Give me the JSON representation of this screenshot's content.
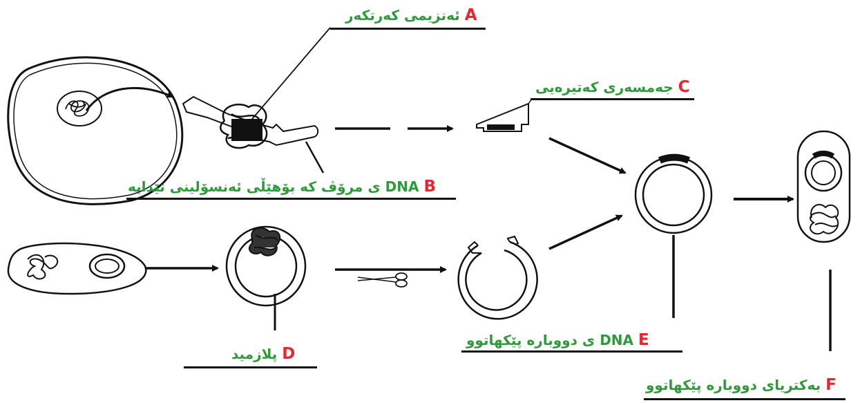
{
  "labels": {
    "A": {
      "letter": "A",
      "text": "ئەنزیمی کەرتکەر"
    },
    "B": {
      "letter": "B",
      "text_dna": "DNA",
      "text": "ی مرۆڤ کە بۆهێڵی ئەنسۆلینی تێدایە"
    },
    "C": {
      "letter": "C",
      "text": "جەمسەری کەتیرەیی"
    },
    "D": {
      "letter": "D",
      "text": "پلازمید"
    },
    "E": {
      "letter": "E",
      "text_dna": "DNA",
      "text": "ی دووبارە پێکهاتوو"
    },
    "F": {
      "letter": "F",
      "text": "بەکتریای دووبارە پێکهاتوو"
    }
  },
  "colors": {
    "letter": "#e8262f",
    "text": "#2e9b3a",
    "line": "#111111"
  },
  "icons": [
    "scissors-icon"
  ]
}
